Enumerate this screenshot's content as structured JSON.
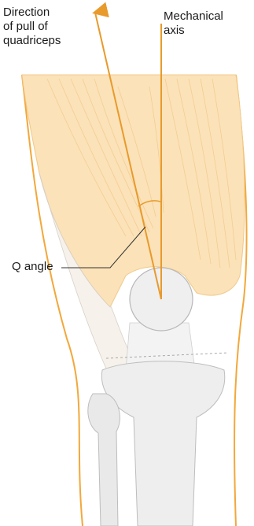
{
  "labels": {
    "direction_line1": "Direction",
    "direction_line2": "of pull of",
    "direction_line3": "quadriceps",
    "mechanical_line1": "Mechanical",
    "mechanical_line2": "axis",
    "q_angle": "Q angle"
  },
  "colors": {
    "muscle": "#fbe2b8",
    "muscle_stroke": "#f0c98a",
    "skin_outline": "#f2a83b",
    "axis_line": "#e89a2c",
    "bone": "#eeeeee",
    "bone_stroke": "#bdbdbd",
    "leader_line": "#333333"
  }
}
